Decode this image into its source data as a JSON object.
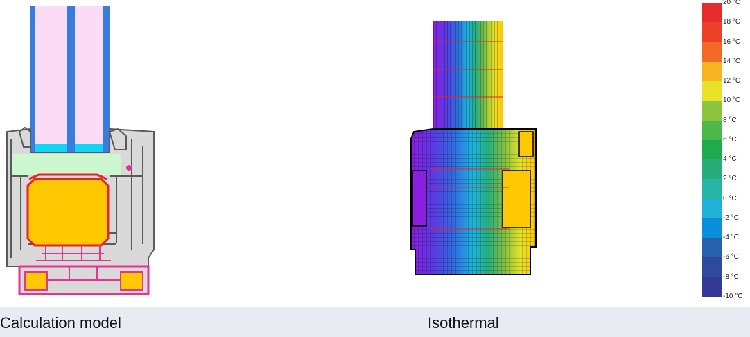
{
  "captions": {
    "left": "Calculation model",
    "right": "Isothermal"
  },
  "legend": {
    "unit": "°C",
    "ticks": [
      {
        "label": "20 °C",
        "color": "#e62c2c"
      },
      {
        "label": "18 °C",
        "color": "#ee3f27"
      },
      {
        "label": "16 °C",
        "color": "#f26a26"
      },
      {
        "label": "14 °C",
        "color": "#f9b41f"
      },
      {
        "label": "12 °C",
        "color": "#e8e22b"
      },
      {
        "label": "10 °C",
        "color": "#8cc43e"
      },
      {
        "label": "8 °C",
        "color": "#4cb848"
      },
      {
        "label": "6 °C",
        "color": "#1faa4e"
      },
      {
        "label": "4 °C",
        "color": "#27ad7a"
      },
      {
        "label": "2 °C",
        "color": "#27b6a6"
      },
      {
        "label": "0 °C",
        "color": "#1fb3d9"
      },
      {
        "label": "-2 °C",
        "color": "#0a8fdc"
      },
      {
        "label": "-4 °C",
        "color": "#2860b0"
      },
      {
        "label": "-6 °C",
        "color": "#2e4a9f"
      },
      {
        "label": "-8 °C",
        "color": "#323a95"
      },
      {
        "label": "-10 °C",
        "color": "#3a2f8a"
      }
    ]
  },
  "colors": {
    "frame_gray": "#d9d9d9",
    "frame_outline": "#5a5a5a",
    "glass_pink": "#fbdcf6",
    "glass_spacer_blue": "#3a7be0",
    "warm_edge_cyan": "#12d4f4",
    "gasket_green": "#ccf7cf",
    "reinforcement_yellow": "#ffc800",
    "magenta": "#e1358f",
    "red": "#e8222c"
  }
}
